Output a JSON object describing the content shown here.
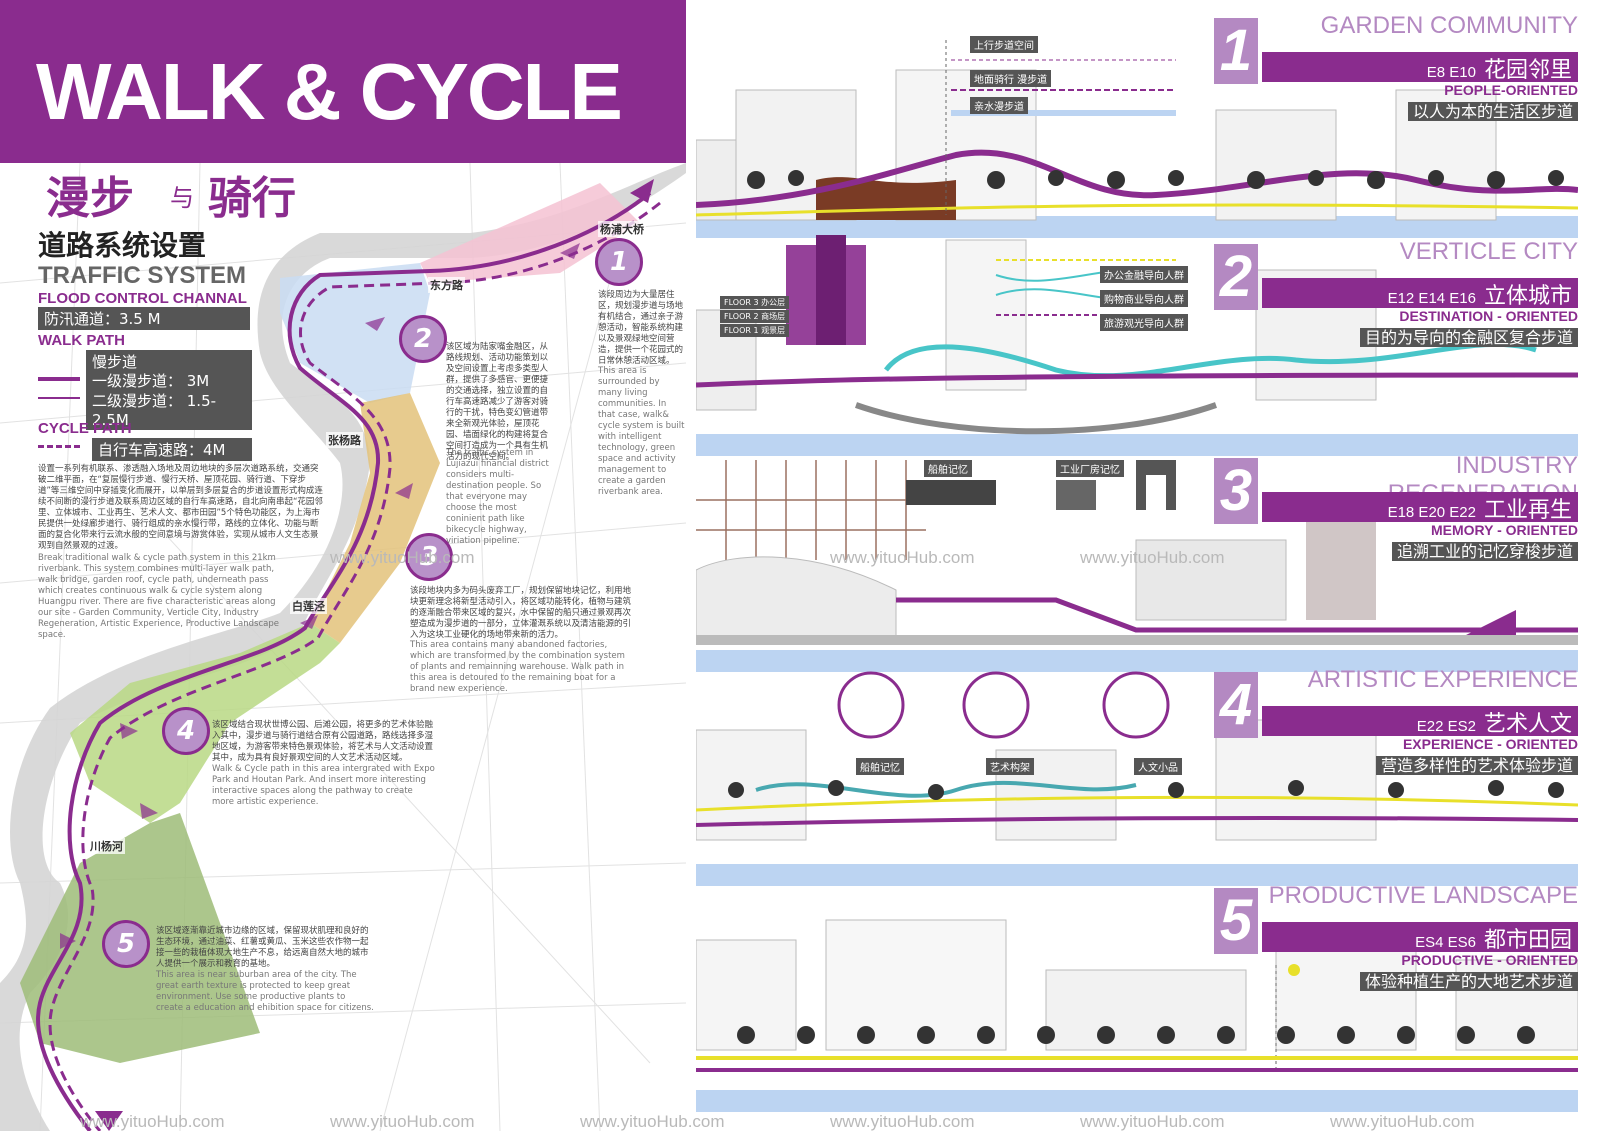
{
  "title": "WALK & CYCLE",
  "subtitle_cn_part1": "漫步",
  "subtitle_cn_and": "与",
  "subtitle_cn_part2": "骑行",
  "system_cn": "道路系统设置",
  "system_en": "TRAFFIC SYSTEM",
  "flood": {
    "title": "FLOOD CONTROL CHANNAL",
    "value": "防汛通道：3.5 M"
  },
  "walk": {
    "title": "WALK PATH",
    "heading_cn": "慢步道",
    "primary": "一级漫步道： 3M",
    "secondary": "二级漫步道： 1.5-2.5M"
  },
  "cycle": {
    "title": "CYCLE PATH",
    "value": "自行车高速路：4M"
  },
  "intro_cn": "设置一系列有机联系、渗透融入场地及周边地块的多层次道路系统，交通突破二维平面，在“复层慢行步道、慢行天桥、屋顶花园、骑行道、下穿步道”等三维空间中穿插变化而展开，以单层到多层复合的步道设置形式构成连续不间断的漫行步道及联系周边区域的自行车高速路，自北向南串起“花园邻里、立体城市、工业再生、艺术人文、都市田园”5个特色功能区，为上海市民提供一处绿廊步道行、骑行组成的亲水慢行带，路线的立体化、功能与断面的复合化带来行云流水般的空间意境与游赏体验，实现从城市人文生态景观到自然景观的过渡。",
  "intro_en": "Break traditional walk & cycle path system in this 21km riverbank. This system combines multi-layer walk path, walk bridge, garden roof, cycle path, underneath pass which creates continuous walk & cycle system along Huangpu river. There are five characteristic areas along our site - Garden Community, Verticle City, Industry Regeneration, Artistic Experience, Productive Landscape space.",
  "map_labels": {
    "bridge_yangpu": "杨浦大桥",
    "road_dongfang": "东方路",
    "road_zhangyang": "张杨路",
    "road_bailianjing": "白莲泾",
    "road_xiaoyanggou": "川杨河"
  },
  "zones": [
    {
      "num": "1",
      "cn": "该段周边为大量居住区，规划漫步道与场地有机结合，通过亲子游憩活动，智能系统构建以及景观绿地空间营造，提供一个花园式的日常休憩活动区域。",
      "en": "This area is surrounded by many living communities. In that case, walk& cycle system is built with intelligent technology, green space and activity management to create a garden riverbank area."
    },
    {
      "num": "2",
      "cn": "该区域为陆家嘴金融区，从路线规划、活动功能策划以及空间设置上考虑多类型人群，提供了多感官、更便捷的交通选择，独立设置的自行车高速路减少了游客对骑行的干扰，特色变幻管道带来全新观光体验，屋顶花园、墙面绿化的构建将复合空间打造成为一个具有生机活力的现代空间。",
      "en": "The traffic system in Lujiazui financial district considers multi-destination people. So that everyone may choose the most coninient path like bikecycle highway, viriation pipeline."
    },
    {
      "num": "3",
      "cn": "该段地块内多为码头废弃工厂，规划保留地块记忆，利用地块更新理念将新型活动引入，将区域功能转化，植物与建筑的逐渐融合带来区域的复兴，水中保留的船只通过景观再次塑造成为漫步道的一部分，立体灌溉系统以及清洁能源的引入为这块工业硬化的场地带来新的活力。",
      "en": "This area contains many abandoned factories, which are transformed by the combination system of plants and remainning warehouse. Walk path in this area is detoured to the remaining boat for a brand new experience."
    },
    {
      "num": "4",
      "cn": "该区域结合现状世博公园、后滩公园，将更多的艺术体验融入其中，漫步道与骑行道结合原有公园道路，路线选择多湿地区域，为游客带来特色景观体验，将艺术与人文活动设置其中，成为具有良好景观空间的人文艺术活动区域。",
      "en": "Walk & Cycle path in this area intergrated with Expo Park and Houtan Park. And insert more interesting interactive spaces along the pathway to create more artistic experience."
    },
    {
      "num": "5",
      "cn": "该区域逐渐靠近城市边缘的区域，保留现状肌理和良好的生态环境，通过油菜、红薯或黄瓜、玉米这些农作物一起接一些的栽植体现大地生产不息，给远离自然大地的城市人提供一个展示和教育的基地。",
      "en": "This area is near suburban area of the city. The great earth texture is protected to keep great environment. Use some productive plants to create a education and ehibition space for citizens."
    }
  ],
  "sections": [
    {
      "num": "1",
      "en": "GARDEN COMMUNITY",
      "code": "E8 E10",
      "cn": "花园邻里",
      "sub": "PEOPLE-ORIENTED",
      "sub_cn": "以人为本的生活区步道",
      "labels": [
        "上行步道空间",
        "地面骑行 漫步道",
        "亲水漫步道"
      ]
    },
    {
      "num": "2",
      "en": "VERTICLE CITY",
      "code": "E12 E14 E16",
      "cn": "立体城市",
      "sub": "DESTINATION - ORIENTED",
      "sub_cn": "目的为导向的金融区复合步道",
      "labels": [
        "办公金融导向人群",
        "购物商业导向人群",
        "旅游观光导向人群",
        "FLOOR 3 办公层",
        "FLOOR 2 商场层",
        "FLOOR 1 观景层"
      ]
    },
    {
      "num": "3",
      "en": "INDUSTRY REGENERATION",
      "code": "E18 E20 E22",
      "cn": "工业再生",
      "sub": "MEMORY - ORIENTED",
      "sub_cn": "追溯工业的记忆穿梭步道",
      "labels": [
        "船舶记忆",
        "工业厂房记忆"
      ]
    },
    {
      "num": "4",
      "en": "ARTISTIC EXPERIENCE",
      "code": "E22 ES2",
      "cn": "艺术人文",
      "sub": "EXPERIENCE - ORIENTED",
      "sub_cn": "营造多样性的艺术体验步道",
      "labels": [
        "船舶记忆",
        "艺术构架",
        "人文小品"
      ]
    },
    {
      "num": "5",
      "en": "PRODUCTIVE LANDSCAPE",
      "code": "ES4 ES6",
      "cn": "都市田园",
      "sub": "PRODUCTIVE - ORIENTED",
      "sub_cn": "体验种植生产的大地艺术步道",
      "labels": []
    }
  ],
  "watermark": "www.yituoHub.com",
  "colors": {
    "accent": "#8a2c8e",
    "light_accent": "#b489c2",
    "river": "#bcd4f2"
  }
}
